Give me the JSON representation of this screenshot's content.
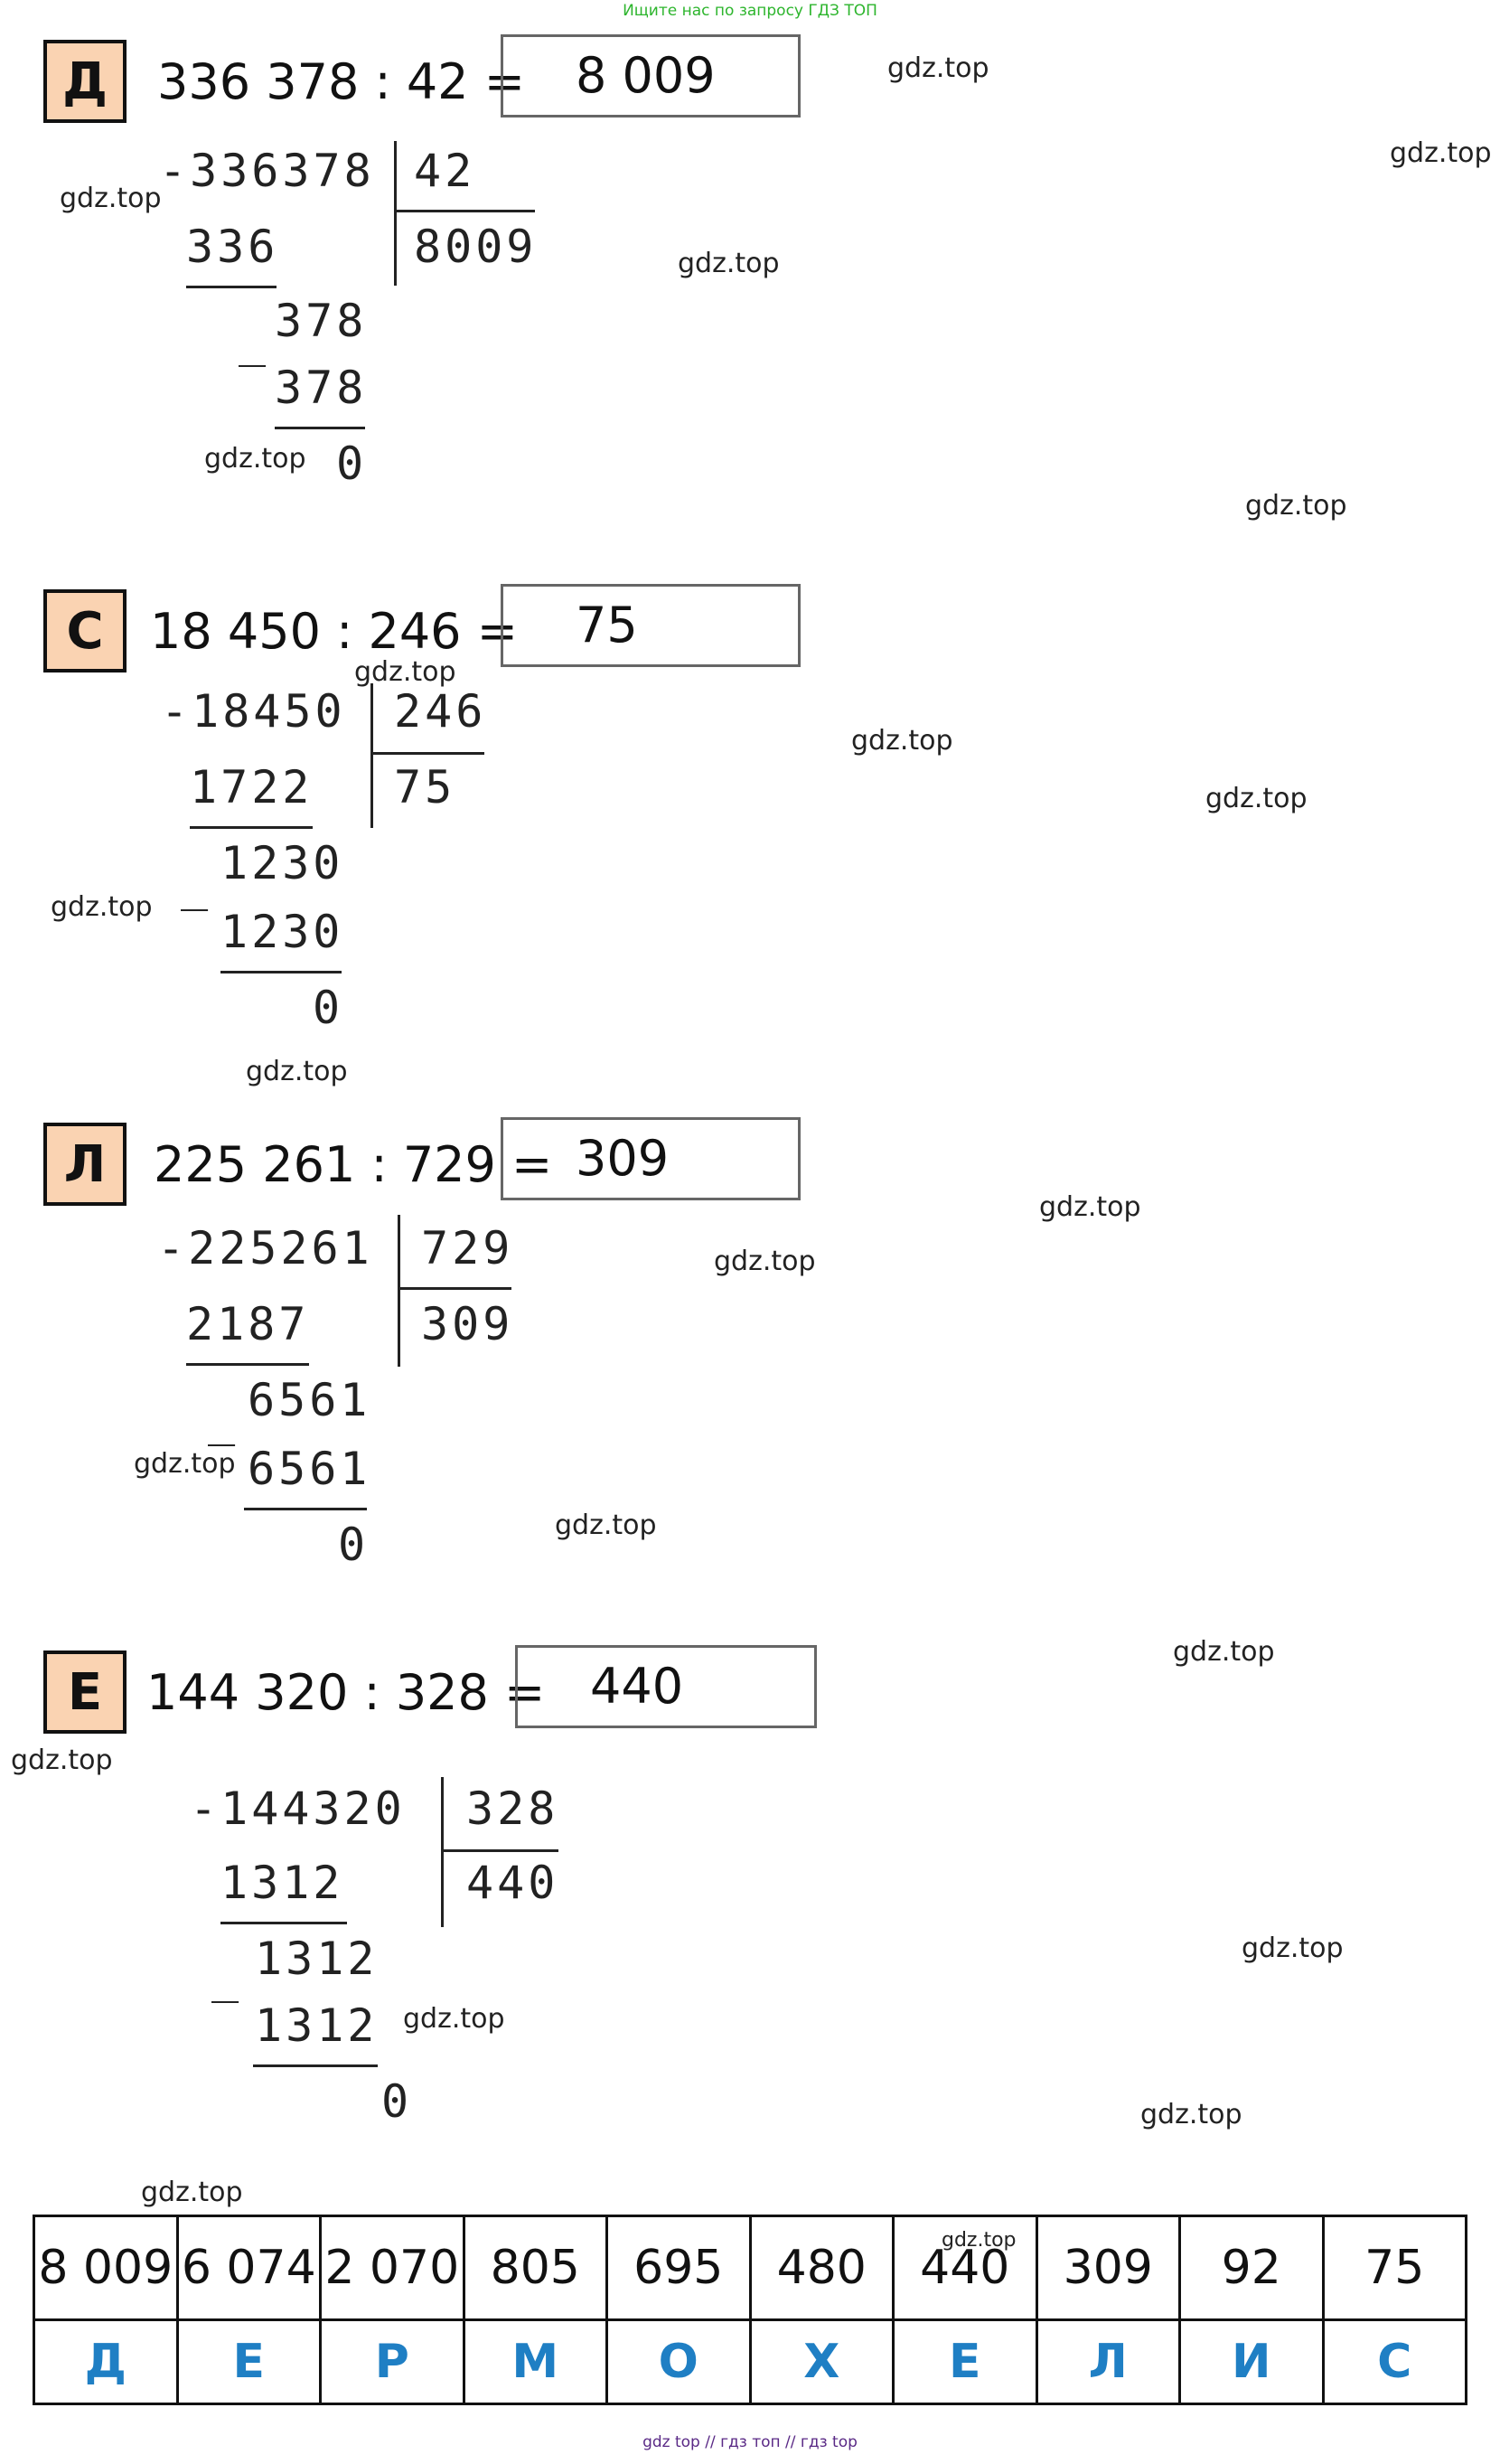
{
  "banner": "Ищите нас по запросу ГДЗ ТОП",
  "watermark": "gdz.top",
  "footer": "gdz top // гдз топ // гдз top",
  "problems": [
    {
      "letter": "Д",
      "expression": "336 378 : 42  =",
      "answer": "8 009",
      "work": {
        "dividend": "-336378",
        "divisor": "42",
        "quotient": "8009",
        "sub1": "336",
        "rem1": "378",
        "sub2": "378",
        "minus": "_",
        "remainder": "0"
      }
    },
    {
      "letter": "С",
      "expression": "18 450 : 246  =",
      "answer": "75",
      "work": {
        "dividend": "-18450",
        "divisor": "246",
        "quotient": "75",
        "sub1": "1722",
        "rem1": "1230",
        "sub2": "1230",
        "minus": "_",
        "remainder": "0"
      }
    },
    {
      "letter": "Л",
      "expression": "225 261 : 729 =",
      "answer": "309",
      "work": {
        "dividend": "-225261",
        "divisor": "729",
        "quotient": "309",
        "sub1": "2187",
        "rem1": "6561",
        "sub2": "6561",
        "minus": "_",
        "remainder": "0"
      }
    },
    {
      "letter": "Е",
      "expression": "144 320 : 328  =",
      "answer": "440",
      "work": {
        "dividend": "-144320",
        "divisor": "328",
        "quotient": "440",
        "sub1": "1312",
        "rem1": "1312",
        "sub2": "1312",
        "minus": "_",
        "remainder": "0"
      }
    }
  ],
  "table": {
    "numbers": [
      "8 009",
      "6 074",
      "2 070",
      "805",
      "695",
      "480",
      "440",
      "309",
      "92",
      "75"
    ],
    "letters": [
      "Д",
      "Е",
      "Р",
      "М",
      "О",
      "Х",
      "Е",
      "Л",
      "И",
      "С"
    ],
    "accent_color": "#1f7fc4"
  },
  "colors": {
    "letter_box": "#fad3b2",
    "banner": "#2db52d",
    "footer": "#5a2a86"
  }
}
